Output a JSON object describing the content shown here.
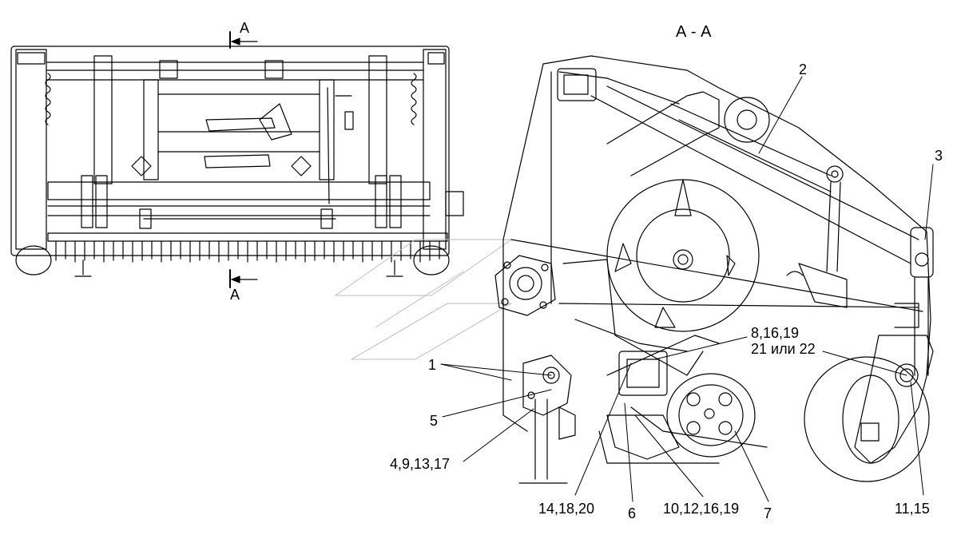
{
  "section": {
    "marker": "A",
    "title": "А - А"
  },
  "callouts": {
    "c1": "1",
    "c2": "2",
    "c3": "3",
    "c5": "5",
    "c6": "6",
    "c7": "7",
    "c4_9_13_17": "4,9,13,17",
    "c8_16_19": "8,16,19",
    "c21_22": "21 или 22",
    "c14_18_20": "14,18,20",
    "c10_12_16_19": "10,12,16,19",
    "c11_15": "11,15"
  }
}
